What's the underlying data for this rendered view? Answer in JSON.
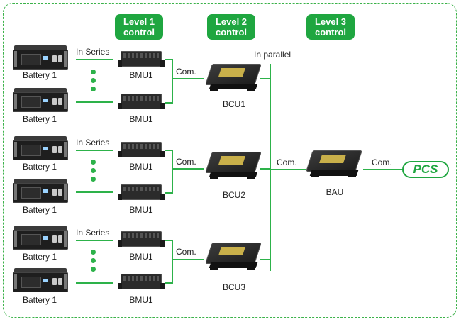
{
  "levels": [
    {
      "text": "Level 1\ncontrol"
    },
    {
      "text": "Level 2\ncontrol"
    },
    {
      "text": "Level 3\ncontrol"
    }
  ],
  "groups": [
    {
      "series_label": "In Series",
      "battery_top": "Battery 1",
      "battery_bottom": "Battery 1",
      "bmu_top": "BMU1",
      "bmu_bottom": "BMU1",
      "com_label": "Com.",
      "bcu_label": "BCU1"
    },
    {
      "series_label": "In Series",
      "battery_top": "Battery 1",
      "battery_bottom": "Battery 1",
      "bmu_top": "BMU1",
      "bmu_bottom": "BMU1",
      "com_label": "Com.",
      "bcu_label": "BCU2"
    },
    {
      "series_label": "In Series",
      "battery_top": "Battery 1",
      "battery_bottom": "Battery 1",
      "bmu_top": "BMU1",
      "bmu_bottom": "BMU1",
      "com_label": "Com.",
      "bcu_label": "BCU3"
    }
  ],
  "parallel_label": "In parallel",
  "bau_com_label": "Com.",
  "bau_label": "BAU",
  "pcs_com_label": "Com.",
  "pcs_label": "PCS",
  "colors": {
    "accent": "#1fa640",
    "wire": "#2db24a"
  }
}
